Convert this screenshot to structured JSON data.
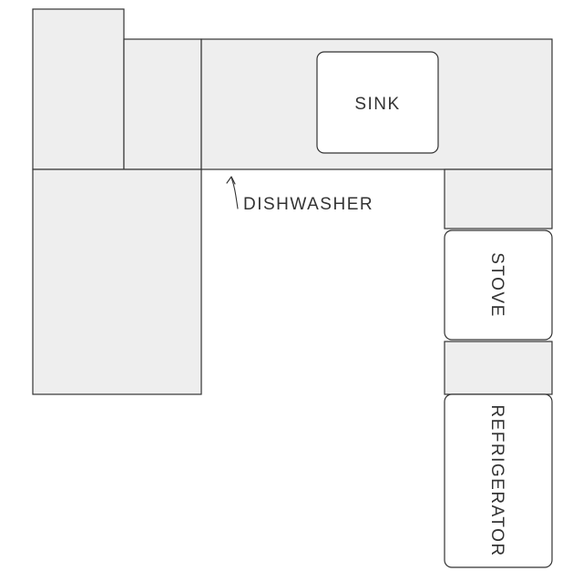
{
  "labels": {
    "sink": "SINK",
    "dishwasher": "DISHWASHER",
    "stove": "STOVE",
    "refrigerator": "REFRIGERATOR"
  },
  "colors": {
    "counter_fill": "#eeeeee",
    "appliance_fill": "#ffffff",
    "outline": "#333333",
    "text": "#333333"
  }
}
